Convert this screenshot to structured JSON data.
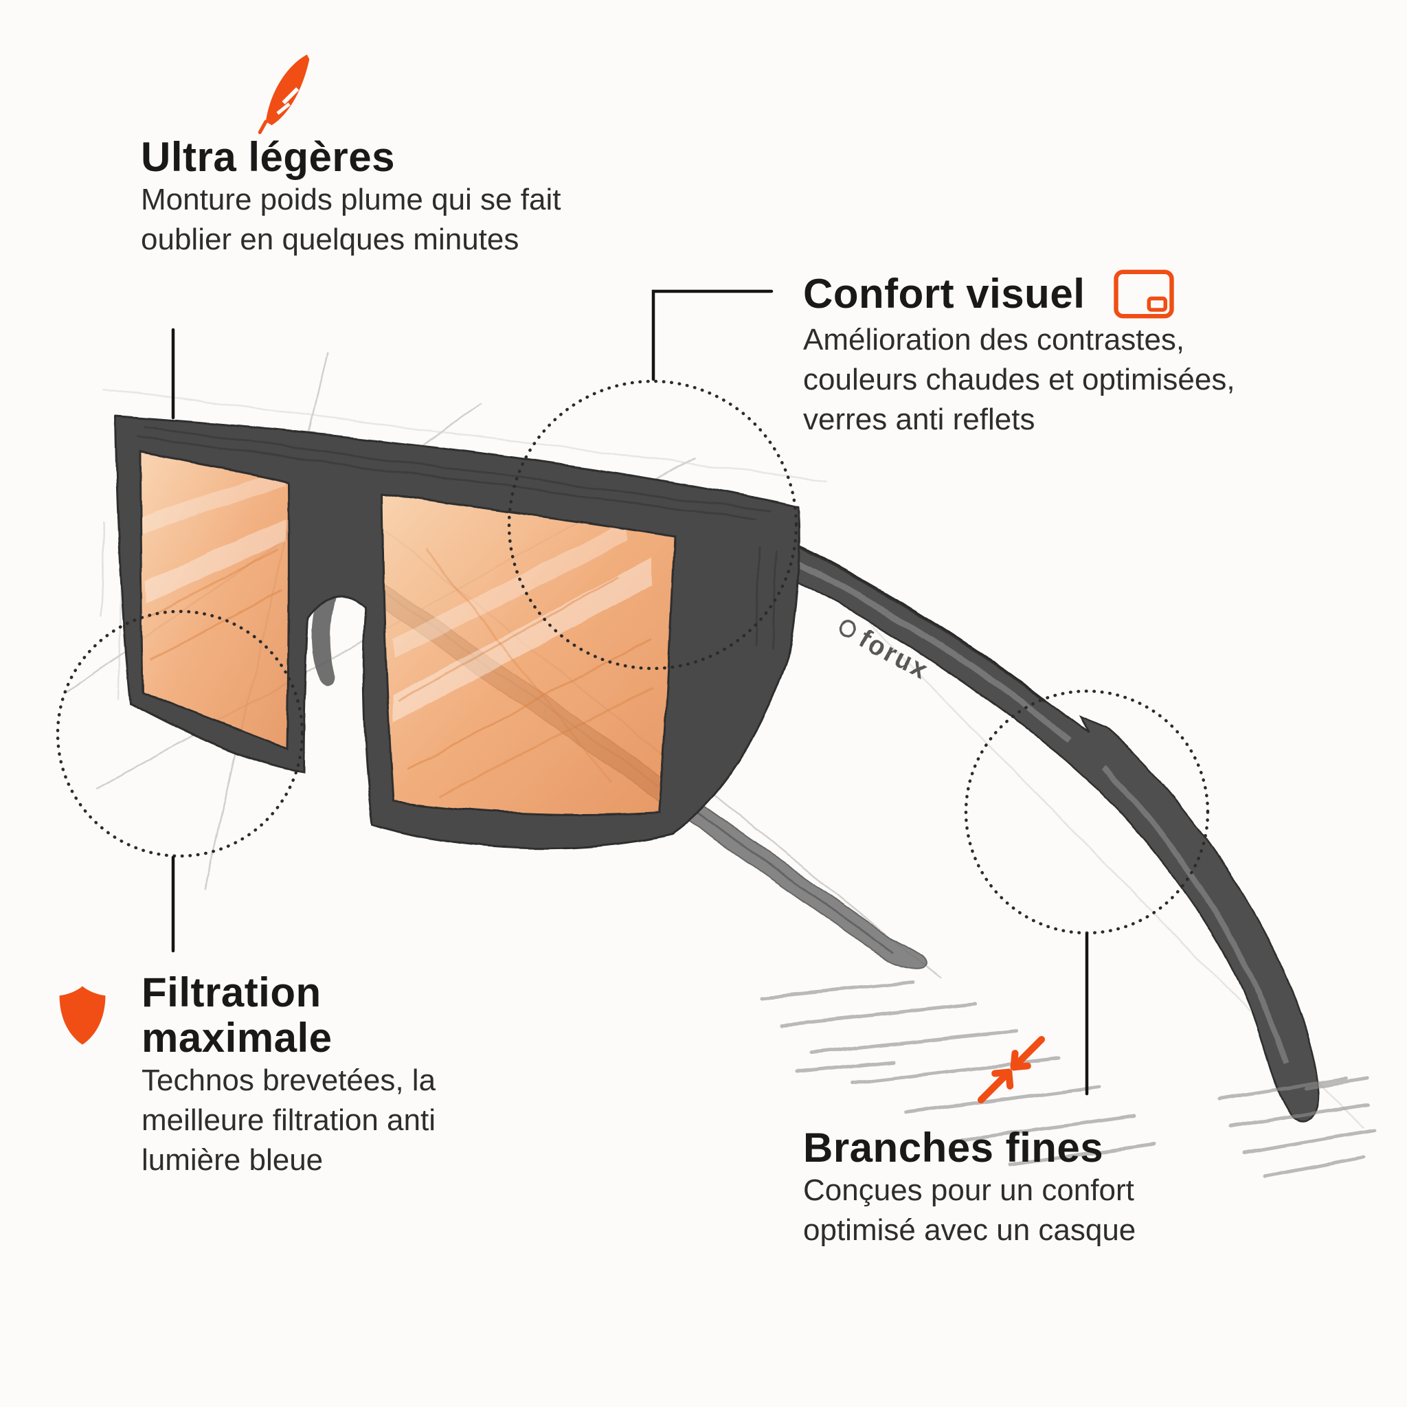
{
  "colors": {
    "accent": "#F04E14",
    "heading": "#191919",
    "body": "#2d2d2d",
    "frame_gray": "#4a4a4a",
    "lens_orange": "#efa068",
    "paper": "#fcfbf9"
  },
  "features": {
    "ultra_light": {
      "icon": "feather-icon",
      "title": "Ultra légères",
      "description": "Monture poids plume qui se fait oublier en quelques minutes"
    },
    "visual_comfort": {
      "icon": "screen-frame-icon",
      "title": "Confort visuel",
      "description": "Amélioration des contrastes, couleurs chaudes et optimisées, verres anti reflets"
    },
    "max_filtration": {
      "icon": "shield-icon",
      "title": "Filtration maximale",
      "description": "Technos brevetées, la meilleure filtration anti lumière bleue"
    },
    "thin_temples": {
      "icon": "compress-arrows-icon",
      "title": "Branches fines",
      "description": "Conçues pour un confort optimisé avec un casque"
    }
  },
  "sketch": {
    "subject": "sunglasses pencil sketch with orange tinted lenses",
    "brand_text": "forux"
  }
}
